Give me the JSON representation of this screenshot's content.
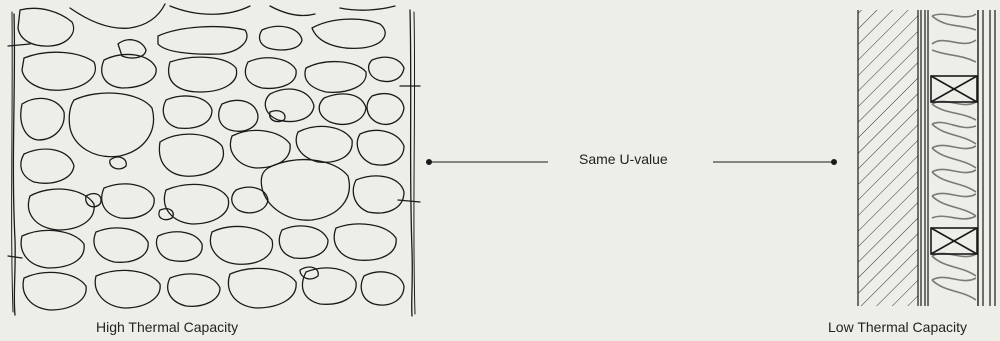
{
  "diagram": {
    "center_label": "Same U-value",
    "left_label": "High Thermal Capacity",
    "right_label": "Low Thermal Capacity"
  },
  "colors": {
    "background": "#eeeee9",
    "ink": "#1a1a1a",
    "insulation": "#7a7a7a"
  }
}
